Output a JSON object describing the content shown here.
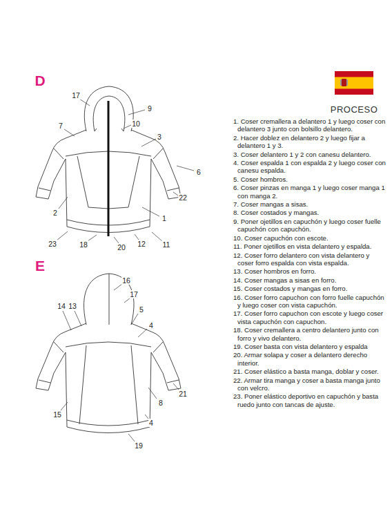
{
  "diagram": {
    "labels": [
      "D",
      "17",
      "9",
      "10",
      "7",
      "3",
      "6",
      "22",
      "2",
      "1",
      "23",
      "18",
      "20",
      "12",
      "11",
      "E",
      "16",
      "17",
      "14",
      "13",
      "5",
      "4",
      "21",
      "8",
      "15",
      "4",
      "19",
      "PROCESO",
      "1. Coser cremallera a delantero 1 y luego coser con delantero 3 junto con bolsillo delantero.",
      "2. Hacer doblez en delantero 2 y luego fijar a delantero 1 y 3.",
      "3. Coser delantero 1 y 2 con canesu delantero.",
      "4. Coser espalda 1 con espalda 2 y luego coser con canesu espalda.",
      "5. Coser hombros.",
      "6. Coser pinzas en manga 1 y luego coser manga 1 con manga 2.",
      "7. Coser mangas a sisas.",
      "8. Coser costados y mangas.",
      "9. Poner ojetillos en capuchón y luego coser fuelle capuchón con capuchón.",
      "10. Coser capuchón con escote.",
      "11. Poner ojetillos en vista delantero y espalda.",
      "12. Coser forro delantero con vista delantero y coser forro espalda con vista espalda.",
      "13. Coser hombros en forro.",
      "14. Coser mangas a sisas en forro.",
      "15. Coser costados y mangas en forro.",
      "16. Coser forro capuchon con forro fuelle capuchón y luego coser con vista capuchón.",
      "17. Coser forro capuchon con escote y luego coser vista capuchón con capuchon.",
      "18. Coser cremallera a centro delantero junto con forro y vivo delantero.",
      "19. Coser basta con vista delantero y espalda",
      "20. Armar solapa y coser a delantero derecho interior.",
      "21. Coser elástico a basta manga, doblar y coser.",
      "22. Armar tira manga y coser a basta manga junto con velcro.",
      "23. Poner elástico deportivo en capuchón y basta ruedo junto con tancas de ajuste."
    ]
  }
}
